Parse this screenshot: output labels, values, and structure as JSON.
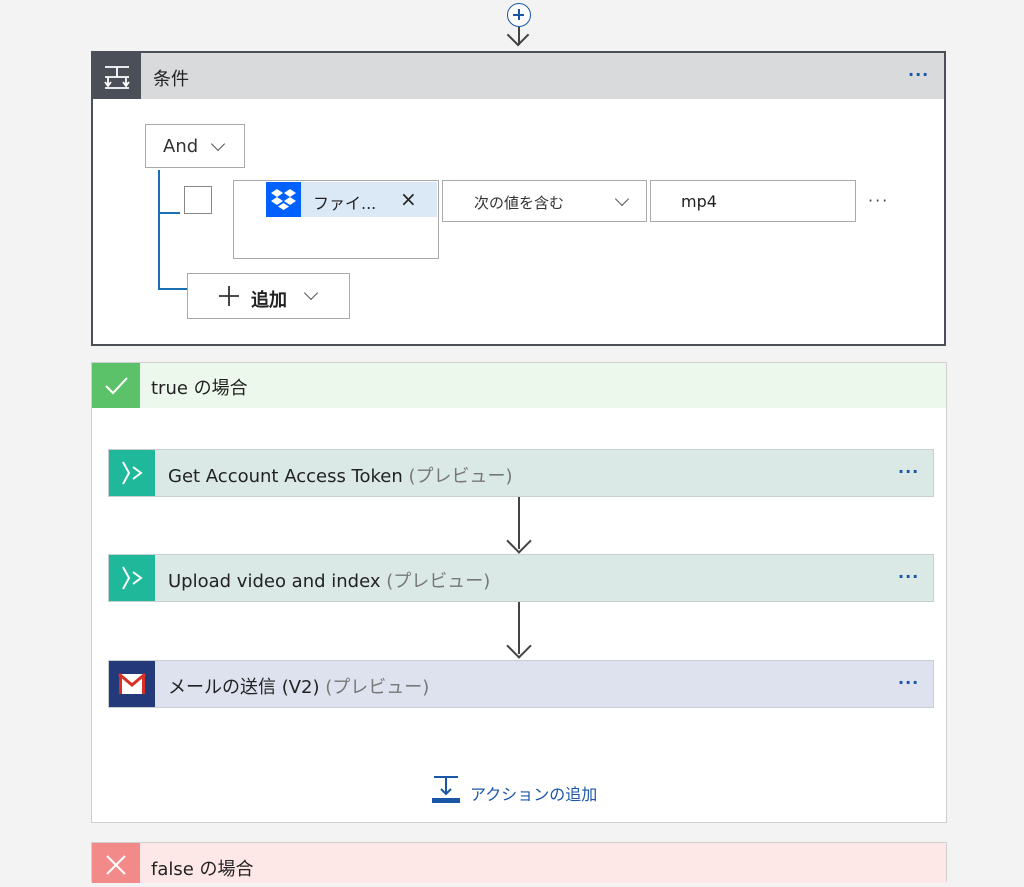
{
  "colors": {
    "accent": "#1a56a8",
    "condition_header": "#4a4f58",
    "true_branch": "#5cc26a",
    "false_branch": "#f38a8a",
    "teal_connector": "#1fb89a",
    "gmail_navy": "#24397a",
    "dropbox_blue": "#0061fe"
  },
  "condition": {
    "title": "条件",
    "menu": "···",
    "logic_operator": "And",
    "row": {
      "token_icon": "dropbox-icon",
      "token_label": "ファイ...",
      "token_remove": "×",
      "operator": "次の値を含む",
      "value": "mp4",
      "menu": "···"
    },
    "add_button_label": "追加"
  },
  "true_branch": {
    "title": "true の場合",
    "actions": [
      {
        "name": "Get Account Access Token",
        "suffix": "(プレビュー)",
        "icon": "video-indexer-icon",
        "menu": "···"
      },
      {
        "name": "Upload video and index",
        "suffix": "(プレビュー)",
        "icon": "video-indexer-icon",
        "menu": "···"
      },
      {
        "name": "メールの送信 (V2)",
        "suffix": "(プレビュー)",
        "icon": "gmail-icon",
        "menu": "···"
      }
    ],
    "add_action_label": "アクションの追加"
  },
  "false_branch": {
    "title": "false の場合"
  }
}
